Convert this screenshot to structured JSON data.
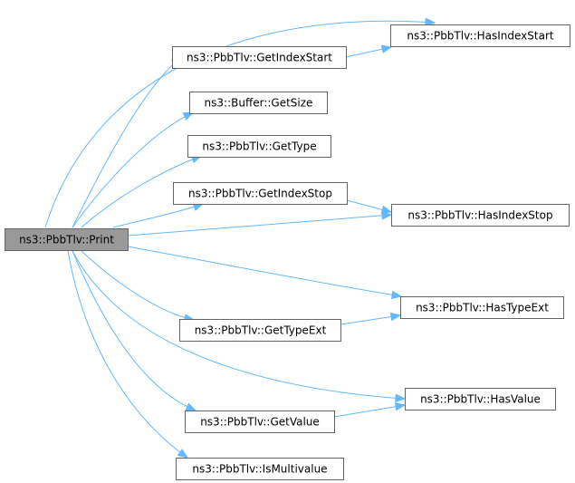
{
  "graph": {
    "root": "print",
    "nodes": [
      {
        "id": "print",
        "label": "ns3::PbbTlv::Print",
        "highlighted": true
      },
      {
        "id": "getindexstart",
        "label": "ns3::PbbTlv::GetIndexStart"
      },
      {
        "id": "hasindexstart",
        "label": "ns3::PbbTlv::HasIndexStart"
      },
      {
        "id": "buffergetsize",
        "label": "ns3::Buffer::GetSize"
      },
      {
        "id": "gettype",
        "label": "ns3::PbbTlv::GetType"
      },
      {
        "id": "getindexstop",
        "label": "ns3::PbbTlv::GetIndexStop"
      },
      {
        "id": "hasindexstop",
        "label": "ns3::PbbTlv::HasIndexStop"
      },
      {
        "id": "hastypeext",
        "label": "ns3::PbbTlv::HasTypeExt"
      },
      {
        "id": "gettypeext",
        "label": "ns3::PbbTlv::GetTypeExt"
      },
      {
        "id": "hasvalue",
        "label": "ns3::PbbTlv::HasValue"
      },
      {
        "id": "getvalue",
        "label": "ns3::PbbTlv::GetValue"
      },
      {
        "id": "ismultivalue",
        "label": "ns3::PbbTlv::IsMultivalue"
      }
    ],
    "edges": [
      {
        "from": "print",
        "to": "hasindexstart"
      },
      {
        "from": "print",
        "to": "getindexstart"
      },
      {
        "from": "print",
        "to": "buffergetsize"
      },
      {
        "from": "print",
        "to": "gettype"
      },
      {
        "from": "print",
        "to": "getindexstop"
      },
      {
        "from": "print",
        "to": "hasindexstop"
      },
      {
        "from": "print",
        "to": "hastypeext"
      },
      {
        "from": "print",
        "to": "gettypeext"
      },
      {
        "from": "print",
        "to": "hasvalue"
      },
      {
        "from": "print",
        "to": "getvalue"
      },
      {
        "from": "print",
        "to": "ismultivalue"
      },
      {
        "from": "getindexstart",
        "to": "hasindexstart"
      },
      {
        "from": "getindexstop",
        "to": "hasindexstop"
      },
      {
        "from": "gettypeext",
        "to": "hastypeext"
      },
      {
        "from": "getvalue",
        "to": "hasvalue"
      }
    ]
  },
  "colors": {
    "edge": "#63b8ff",
    "node_border": "#666666",
    "node_fill": "#ffffff",
    "root_fill": "#999999",
    "text": "#000000"
  }
}
